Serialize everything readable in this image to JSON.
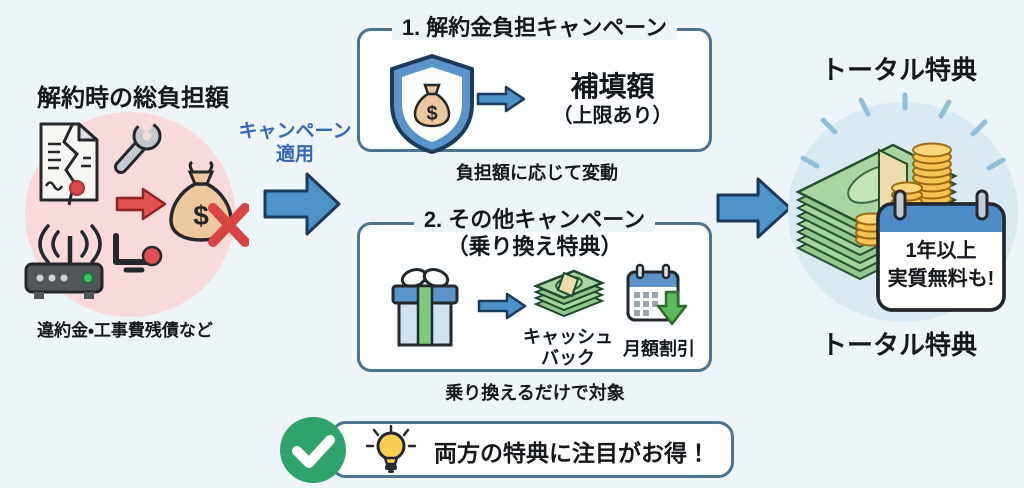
{
  "left": {
    "title": "解約時の総負担額",
    "caption": "違約金・工事費残債など"
  },
  "transfer": {
    "label_line1": "キャンペーン",
    "label_line2": "適用"
  },
  "campaign1": {
    "title": "1. 解約金負担キャンペーン",
    "result_label": "補填額",
    "result_note": "（上限あり）",
    "caption": "負担額に応じて変動"
  },
  "campaign2": {
    "title_line1": "2. その他キャンペーン",
    "title_line2": "（乗り換え特典）",
    "cashback_line1": "キャッシュ",
    "cashback_line2": "バック",
    "discount_label": "月額割引",
    "caption": "乗り換えるだけで対象"
  },
  "result": {
    "label_top": "トータル特典",
    "label_bottom": "トータル特典",
    "callout_line1": "1年以上",
    "callout_line2": "実質無料も!"
  },
  "footer": {
    "message": "両方の特典に注目がお得！"
  },
  "icons": {
    "dollar_sign": "$",
    "names": [
      "torn-contract-icon",
      "wrench-icon",
      "red-arrow-icon",
      "money-bag-x-icon",
      "router-icon",
      "device-alert-icon",
      "shield-money-icon",
      "gift-icon",
      "cash-stack-icon",
      "calendar-discount-icon",
      "money-pile-coins-calendar-icon",
      "check-circle-icon",
      "lightbulb-icon",
      "blue-arrow-icon"
    ]
  },
  "colors": {
    "background": "#eef5f9",
    "box_border": "#4d7390",
    "box_fill": "#fbfdff",
    "arrow_blue": "#4d93c8",
    "arrow_outline": "#1b3a5c",
    "transfer_text": "#3468b0",
    "pink_circle": "#f8dada",
    "red_accent": "#e0524e",
    "money_bag_tan": "#ecc89c",
    "shield_blue": "#5b94c8",
    "gift_body": "#cfe3f2",
    "ribbon_green": "#7fc87f",
    "cash_green": "#a8d6a0",
    "coin_gold": "#f4c452",
    "calendar_blue": "#4d8cc8",
    "check_green": "#2fa46a",
    "bulb_yellow": "#f8cf4f",
    "glow_blue": "#d9eaf3",
    "text_dark": "#15181c"
  }
}
